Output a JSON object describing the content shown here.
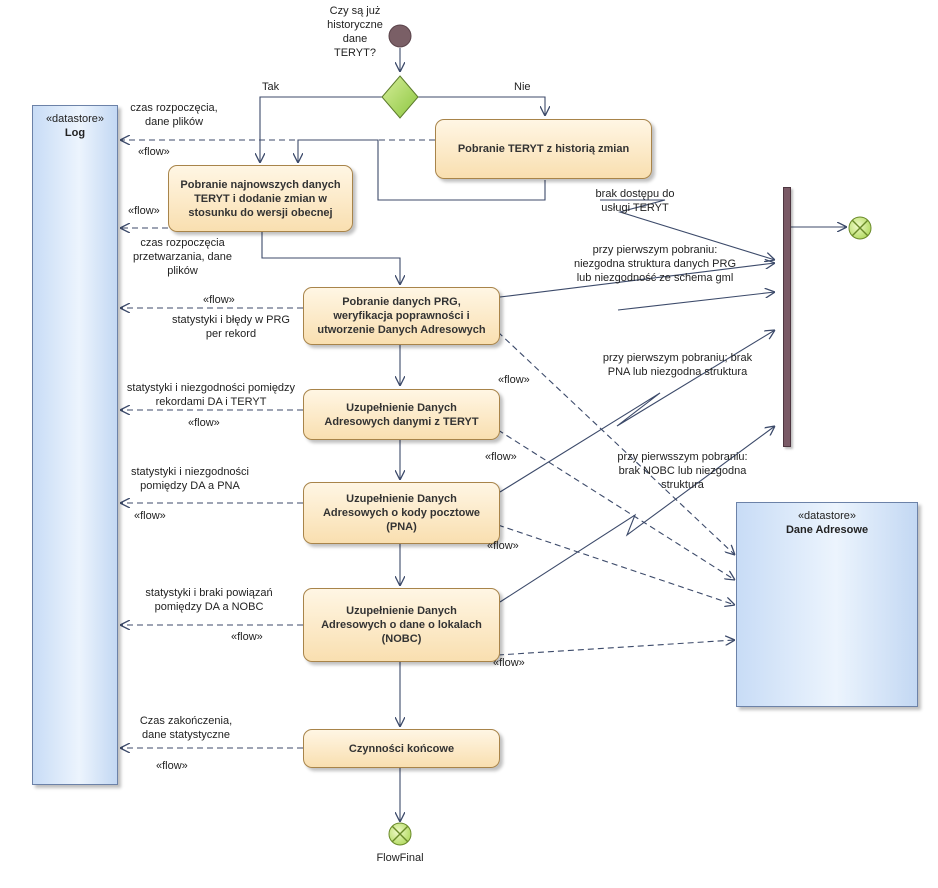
{
  "nodes": {
    "log": {
      "stereotype": "«datastore»",
      "name": "Log"
    },
    "dane_adresowe": {
      "stereotype": "«datastore»",
      "name": "Dane Adresowe"
    },
    "a_teryt_hist": "Pobranie TERYT z historią zmian",
    "a_najnowsze": "Pobranie najnowszych danych\nTERYT i dodanie zmian w\nstosunku do wersji obecnej",
    "a_prg": "Pobranie danych PRG,\nweryfikacja poprawności  i\nutworzenie Danych Adresowych",
    "a_uzup_teryt": "Uzupełnienie Danych\nAdresowych danymi z TERYT",
    "a_uzup_pna": "Uzupełnienie Danych\nAdresowych o kody pocztowe\n(PNA)",
    "a_uzup_nobc": "Uzupełnienie Danych\nAdresowych o dane o lokalach\n(NOBC)",
    "a_koncowe": "Czynności końcowe",
    "final": "FlowFinal"
  },
  "decision": {
    "question": "Czy są już\nhistoryczne\ndane\nTERYT?",
    "yes": "Tak",
    "no": "Nie"
  },
  "labels": {
    "log1": "czas rozpoczęcia,\ndane plików",
    "log2": "czas rozpoczęcia\nprzetwarzania, dane\nplików",
    "log3": "statystyki i błędy w PRG\nper rekord",
    "log4": "statystyki i niezgodności pomiędzy\nrekordami DA i TERYT",
    "log5": "statystyki i niezgodności\npomiędzy DA a PNA",
    "log6": "statystyki i braki powiązań\npomiędzy DA a NOBC",
    "log7": "Czas zakończenia,\ndane statystyczne",
    "err1": "brak dostępu do\nusługi TERYT",
    "err2": "przy pierwszym pobraniu:\nniezgodna struktura danych PRG\nlub niezgodność ze schema gml",
    "err3": "przy pierwszym pobraniu; brak\nPNA lub niezgodna struktura",
    "err4": "przy pierwsszym pobraniu:\nbrak NOBC lub niezgodna\nstruktura",
    "flow": "«flow»"
  }
}
